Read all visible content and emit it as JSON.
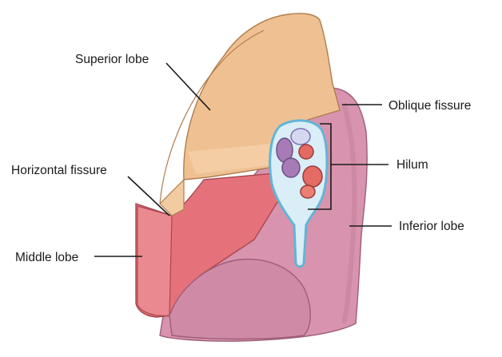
{
  "diagram": {
    "labels": {
      "superior_lobe": "Superior lobe",
      "oblique_fissure": "Oblique fissure",
      "horizontal_fissure": "Horizontal fissure",
      "hilum": "Hilum",
      "inferior_lobe": "Inferior lobe",
      "middle_lobe": "Middle lobe"
    },
    "colors": {
      "superior_lobe": "#efc192",
      "inferior_lobe": "#d894ae",
      "middle_lobe": "#e5727a",
      "hilum_outline": "#8fcde6",
      "vessel_purple": "#a77bb6",
      "vessel_red": "#e46a64",
      "leader_line": "#1a1a1a"
    }
  }
}
